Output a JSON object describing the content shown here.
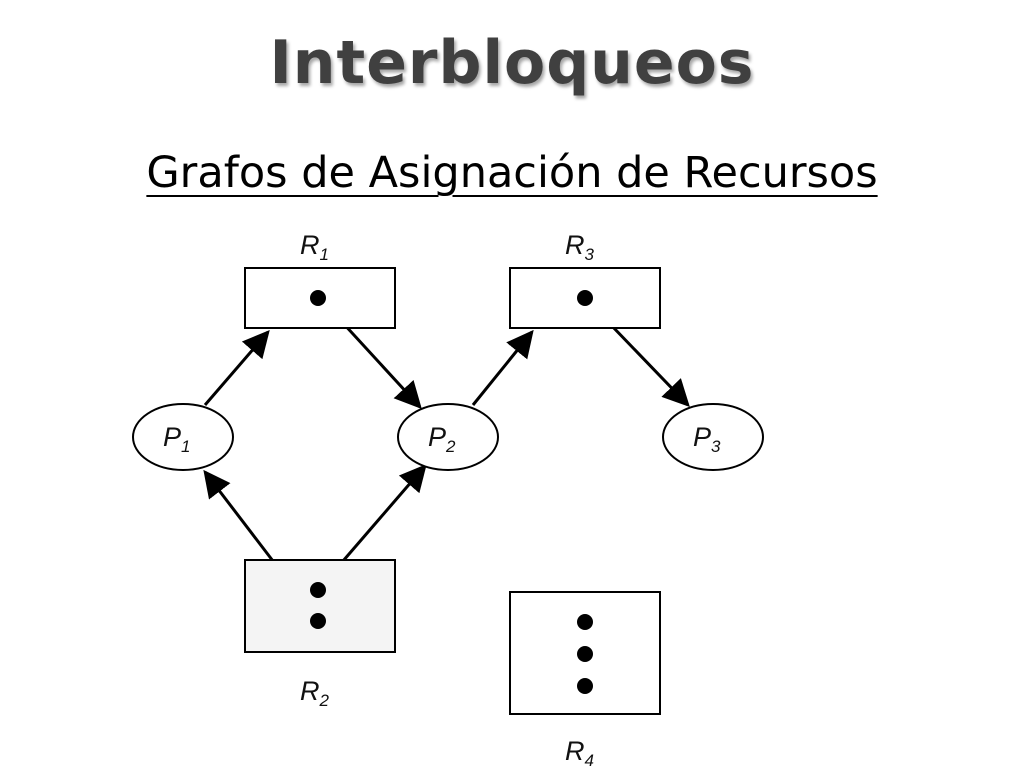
{
  "header": {
    "title": "Interbloqueos",
    "subtitle": "Grafos de Asignación de Recursos"
  },
  "graph": {
    "resources": [
      {
        "id": "R1",
        "letter": "R",
        "index": "1",
        "instances": 1
      },
      {
        "id": "R2",
        "letter": "R",
        "index": "2",
        "instances": 2
      },
      {
        "id": "R3",
        "letter": "R",
        "index": "3",
        "instances": 1
      },
      {
        "id": "R4",
        "letter": "R",
        "index": "4",
        "instances": 3
      }
    ],
    "processes": [
      {
        "id": "P1",
        "letter": "P",
        "index": "1"
      },
      {
        "id": "P2",
        "letter": "P",
        "index": "2"
      },
      {
        "id": "P3",
        "letter": "P",
        "index": "3"
      }
    ],
    "edges": [
      {
        "from": "P1",
        "to": "R1",
        "kind": "request"
      },
      {
        "from": "R1",
        "to": "P2",
        "kind": "assignment"
      },
      {
        "from": "P2",
        "to": "R3",
        "kind": "request"
      },
      {
        "from": "R3",
        "to": "P3",
        "kind": "assignment"
      },
      {
        "from": "R2",
        "to": "P1",
        "kind": "assignment"
      },
      {
        "from": "R2",
        "to": "P2",
        "kind": "assignment"
      }
    ]
  }
}
